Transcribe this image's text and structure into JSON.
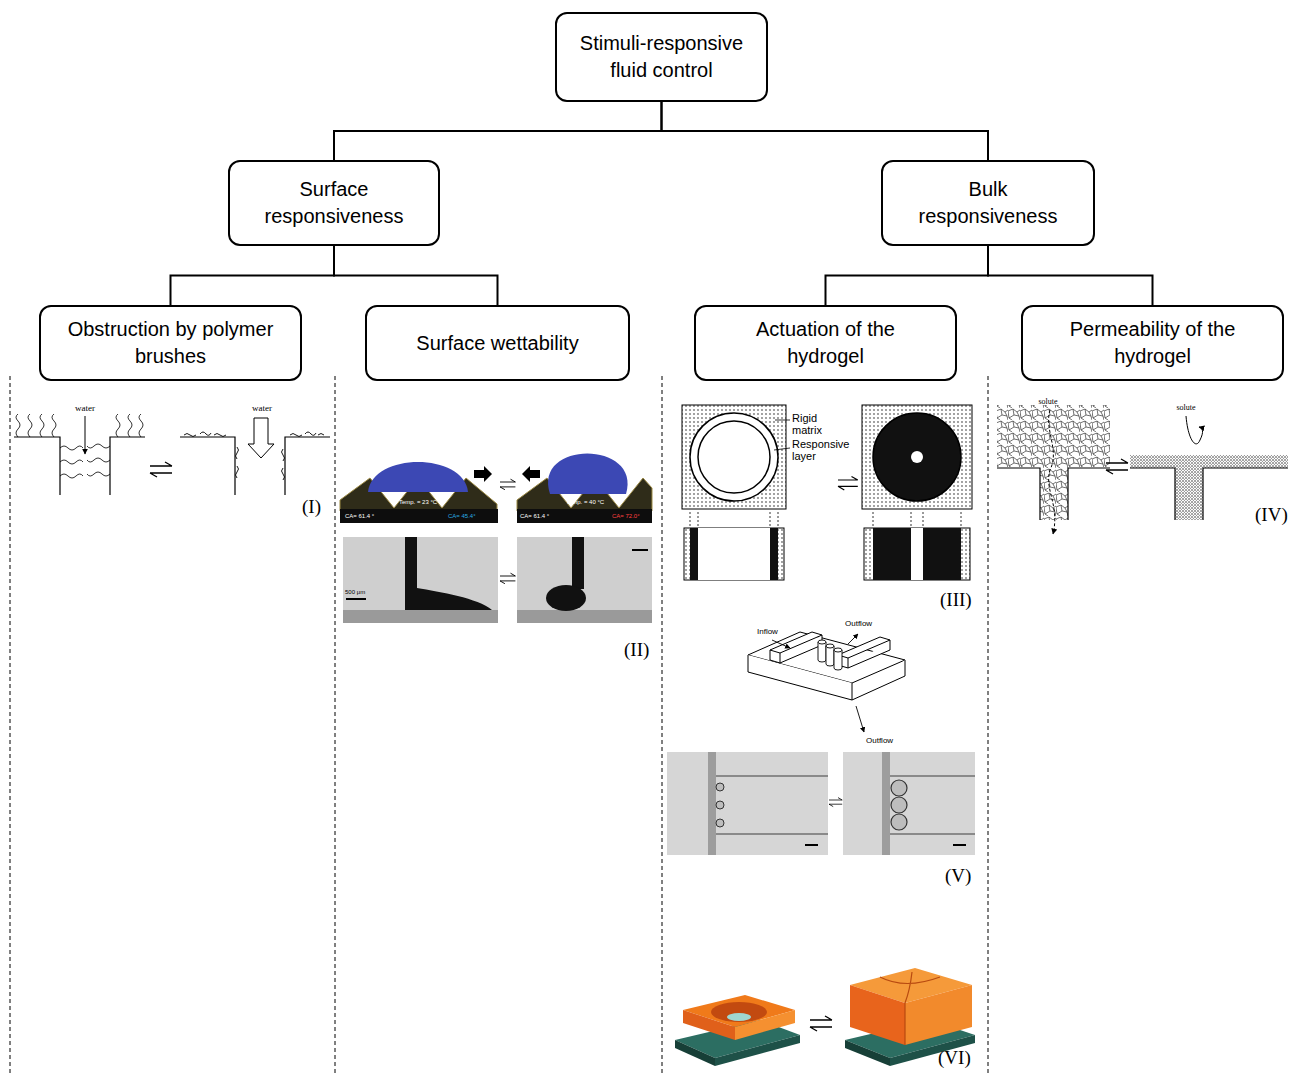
{
  "diagram": {
    "nodes": [
      {
        "text": [
          "Stimuli-responsive fluid control"
        ]
      },
      {
        "text": [
          "Surface responsiveness"
        ]
      },
      {
        "text": [
          "Bulk responsiveness"
        ]
      },
      {
        "text": [
          "Obstruction by polymer brushes"
        ]
      },
      {
        "text": [
          "Surface wettability"
        ]
      },
      {
        "text": [
          "Actuation of the hydrogel"
        ]
      },
      {
        "text": [
          "Permeability of the hydrogel"
        ]
      }
    ],
    "edges": [
      {
        "from": 0,
        "to": 1,
        "arrow": "none"
      },
      {
        "from": 0,
        "to": 2,
        "arrow": "none"
      },
      {
        "from": 1,
        "to": 3,
        "arrow": "none"
      },
      {
        "from": 1,
        "to": 4,
        "arrow": "none"
      },
      {
        "from": 2,
        "to": 5,
        "arrow": "none"
      },
      {
        "from": 2,
        "to": 6,
        "arrow": "none"
      }
    ],
    "labels": [
      "water",
      "water",
      "(I)",
      "Temp. = 23 °C",
      "CA= 61.4 °",
      "CA= 45.4°",
      "Temp. = 40 °C",
      "CA= 61.4 °",
      "CA= 72.0°",
      "500 μm",
      "(II)",
      "Rigid matrix",
      "Responsive layer",
      "(III)",
      "solute",
      "solute",
      "(IV)",
      "Inflow",
      "Outflow",
      "Outflow",
      "(V)",
      "(VI)"
    ]
  }
}
